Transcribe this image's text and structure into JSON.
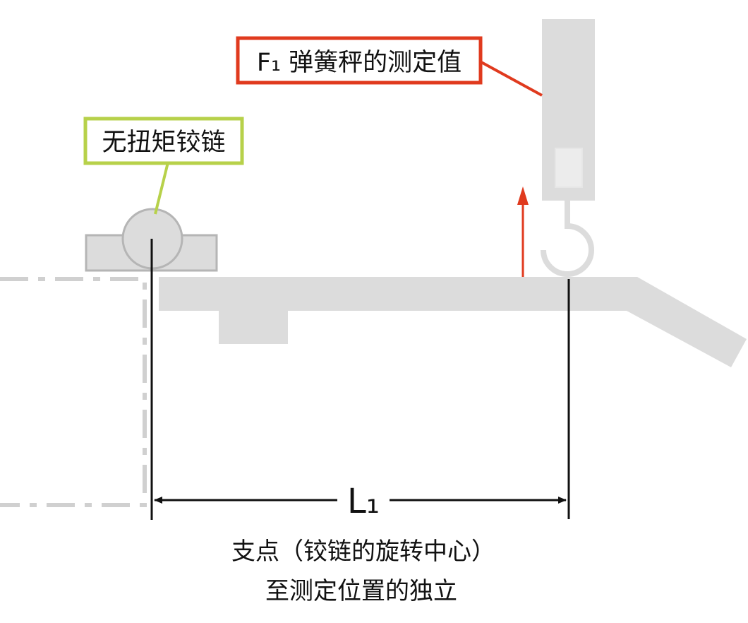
{
  "labels": {
    "spring_scale": "F₁ 弹簧秤的测定值",
    "hinge": "无扭矩铰链",
    "distance": "L₁",
    "caption_line1": "支点（铰链的旋转中心）",
    "caption_line2": "至测定位置的独立"
  },
  "colors": {
    "spring_callout": "#e03a1e",
    "hinge_callout": "#b7d14a",
    "arrow": "#e03a1e",
    "part_fill": "#dcdcdc",
    "part_stroke": "#b5b5b5",
    "dashed_outline": "#d0d0d0",
    "line": "#111111"
  }
}
